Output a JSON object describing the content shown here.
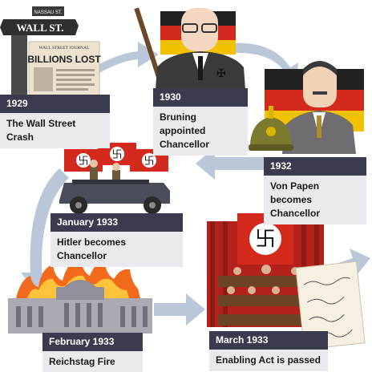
{
  "events": [
    {
      "year": "1929",
      "event": "The Wall Street Crash"
    },
    {
      "year": "1930",
      "event": "Bruning appointed Chancellor"
    },
    {
      "year": "1932",
      "event": "Von Papen becomes Chancellor"
    },
    {
      "year": "January 1933",
      "event": "Hitler becomes Chancellor"
    },
    {
      "year": "February 1933",
      "event": "Reichstag Fire"
    },
    {
      "year": "March 1933",
      "event": "Enabling Act is passed"
    }
  ],
  "scene_text": {
    "street_sign_small": "NASSAU ST.",
    "street_sign": "WALL ST.",
    "newspaper_masthead": "WALL STREET JOURNAL",
    "newspaper_headline": "BILLIONS LOST"
  },
  "colors": {
    "caption_year_bg": "#3b3b4f",
    "caption_event_bg": "#e9e9ee",
    "arrow": "#b9c7d9",
    "flag_red": "#d42a1e",
    "flag_gold": "#f2c200"
  }
}
